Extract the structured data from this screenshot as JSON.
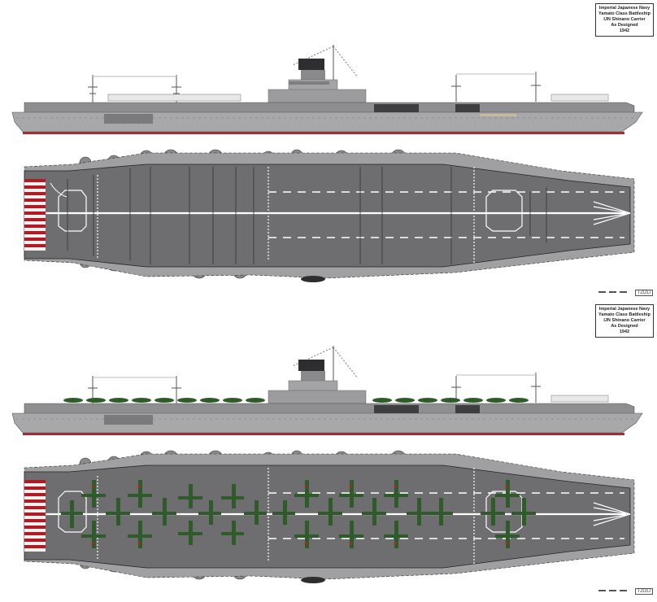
{
  "top_plate": {
    "title_block": {
      "lines": [
        "Imperial Japanese Navy",
        "Yamato Class Battleship",
        "IJN Shinano Carrier",
        "As Designed",
        "1942"
      ]
    },
    "signature": {
      "stamp": "TZDLI"
    },
    "views": [
      "side-profile",
      "flight-deck-plan"
    ],
    "aircraft_on_deck": false
  },
  "bottom_plate": {
    "title_block": {
      "lines": [
        "Imperial Japanese Navy",
        "Yamato Class Battleship",
        "IJN Shinano Carrier",
        "As Designed",
        "1942"
      ]
    },
    "signature": {
      "stamp": "TZDLI"
    },
    "views": [
      "side-profile",
      "flight-deck-plan"
    ],
    "aircraft_on_deck": true
  },
  "colors": {
    "hull_gray": "#9a9a9c",
    "deck_gray": "#6e6e70",
    "dark_gray": "#4a4a4c",
    "light_gray": "#b8b8ba",
    "waterline_red": "#a03030",
    "stripe_red": "#b01c24",
    "stripe_white": "#f4f0ee",
    "aircraft_green": "#2f5a2a",
    "hinomaru_red": "#c02020"
  }
}
